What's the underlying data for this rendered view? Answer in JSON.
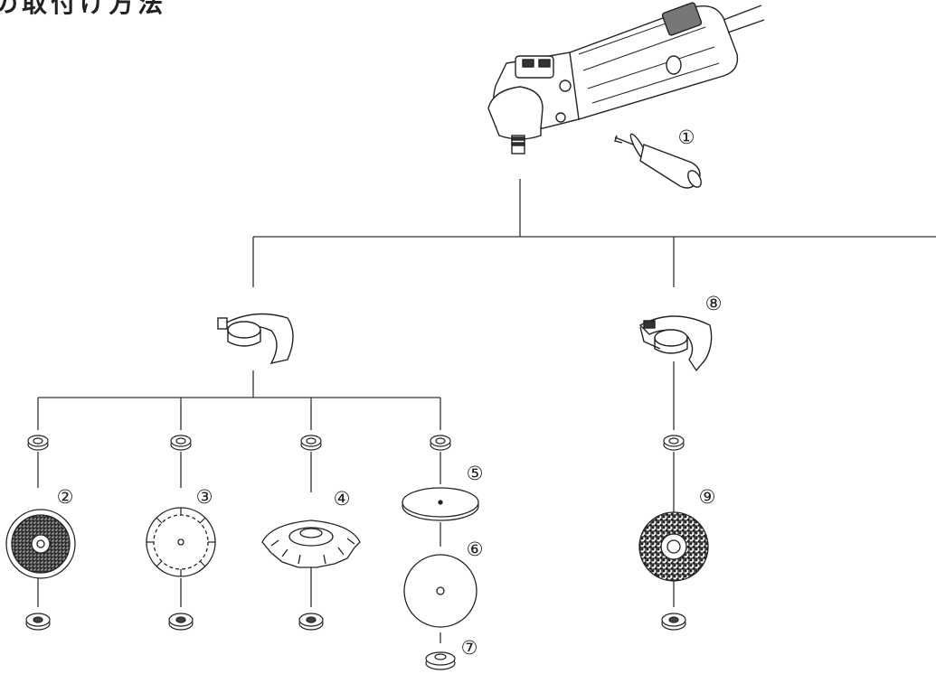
{
  "diagram": {
    "heading": "の取付け方法",
    "callouts": {
      "c1": "①",
      "c2": "②",
      "c3": "③",
      "c4": "④",
      "c5": "⑤",
      "c6": "⑥",
      "c7": "⑦",
      "c8": "⑧",
      "c9": "⑨"
    },
    "colors": {
      "line": "#333333",
      "fill": "#ffffff",
      "dark": "#222222"
    },
    "icons": [
      "angle-grinder-icon",
      "side-handle-icon",
      "wheel-guard-icon",
      "inner-flange-icon",
      "lock-nut-icon",
      "grinding-wheel-icon",
      "diamond-blade-icon",
      "cup-wheel-icon",
      "rubber-pad-icon",
      "sanding-disc-icon",
      "super-flange-icon"
    ]
  }
}
